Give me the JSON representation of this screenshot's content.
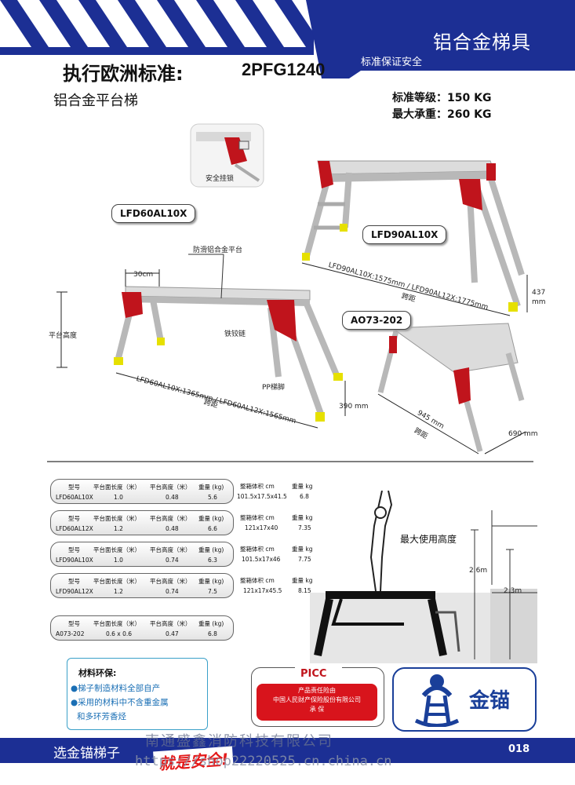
{
  "header": {
    "banner_title": "铝合金梯具",
    "banner_subtitle": "标准保证安全",
    "standard_label": "执行欧洲标准:",
    "standard_code": "2PFG1240",
    "product_title": "铝合金平台梯",
    "spec_level": "标准等级：150 KG",
    "spec_max": "最大承重：260 KG"
  },
  "diagram": {
    "safety_lock": "安全挂锁",
    "model_a": "LFD60AL10X",
    "model_b": "LFD90AL10X",
    "model_c": "AO73-202",
    "non_slip": "防滑铝合金平台",
    "width_30": "30cm",
    "platform_height": "平台高度",
    "hinge": "铁铰链",
    "pp_foot": "PP梯脚",
    "span_a": "LFD60AL10X:1365mm / LFD60AL12X:1565mm",
    "span_b": "LFD90AL10X:1575mm / LFD90AL12X:1775mm",
    "span_word": "跨距",
    "dim_390": "390 mm",
    "dim_437": "437",
    "dim_mm": "mm",
    "dim_945": "945 mm",
    "dim_690": "690 mm"
  },
  "table_headers": [
    "型号",
    "平台面长度（米）",
    "平台高度（米）",
    "重量 (kg)"
  ],
  "ext_headers": [
    "整箱体积 cm",
    "重量 kg"
  ],
  "rows": [
    {
      "model": "LFD60AL10X",
      "len": "1.0",
      "height": "0.48",
      "weight": "5.6",
      "box": "101.5x17.5x41.5",
      "box_w": "6.8"
    },
    {
      "model": "LFD60AL12X",
      "len": "1.2",
      "height": "0.48",
      "weight": "6.6",
      "box": "121x17x40",
      "box_w": "7.35"
    },
    {
      "model": "LFD90AL10X",
      "len": "1.0",
      "height": "0.74",
      "weight": "6.3",
      "box": "101.5x17x46",
      "box_w": "7.75"
    },
    {
      "model": "LFD90AL12X",
      "len": "1.2",
      "height": "0.74",
      "weight": "7.5",
      "box": "121x17x45.5",
      "box_w": "8.15"
    },
    {
      "model": "A073-202",
      "len": "0.6 x 0.6",
      "height": "0.47",
      "weight": "6.8",
      "box": "",
      "box_w": ""
    }
  ],
  "usage": {
    "max_height": "最大使用高度",
    "h1": "2.6m",
    "h2": "2.3m"
  },
  "env": {
    "title": "材料环保:",
    "item1": "●梯子制造材料全部自产",
    "item2": "●采用的材料中不含重金属",
    "item3": "和多环芳香烃"
  },
  "picc": {
    "title": "PICC",
    "line1": "产品责任险由",
    "line2": "中国人民财产保险股份有限公司",
    "line3": "承 保"
  },
  "logo": {
    "text": "金锚"
  },
  "footer": {
    "left": "选金锚梯子",
    "slogan": "就是安全!",
    "watermark1": "南通盛鑫消防科技有限公司",
    "watermark2": "https://shop22220525.cn.china.cn",
    "page": "018"
  },
  "colors": {
    "brand_blue": "#1c2f94",
    "hinge_red": "#c0141c",
    "foot_yellow": "#e6e000"
  }
}
